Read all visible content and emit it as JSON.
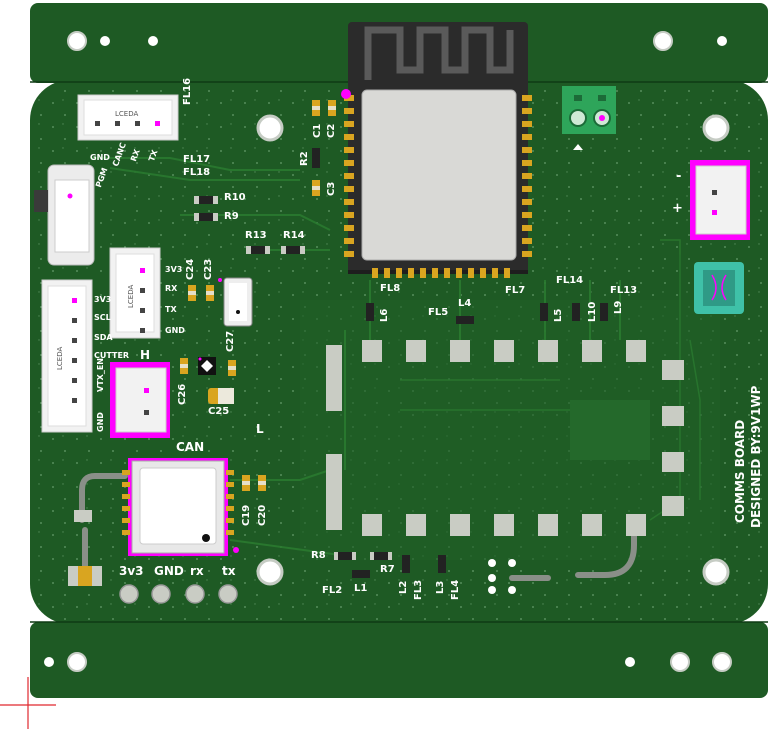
{
  "board": {
    "title": "COMMS BOARD",
    "designer": "DESIGNED BY:9V1WP",
    "colors": {
      "board": "#1e5a24",
      "board_dark": "#17491c",
      "copper": "#2a7a30",
      "pad": "#c9ccc4",
      "gold": "#d9a520",
      "white": "#ffffff",
      "mask_edge": "#0f3a14",
      "module": "#2b2b2b",
      "magenta": "#ff00ff",
      "teal": "#3fc1a8",
      "terminal": "#2ea55a"
    }
  },
  "labels": {
    "fl16": "FL16",
    "fl17": "FL17",
    "fl18": "FL18",
    "r10": "R10",
    "r9": "R9",
    "r13": "R13",
    "r14": "R14",
    "r2": "R2",
    "c1": "C1",
    "c2": "C2",
    "c3": "C3",
    "c24": "C24",
    "c23": "C23",
    "c27": "C27",
    "c26": "C26",
    "c25": "C25",
    "c19": "C19",
    "c20": "C20",
    "fl8": "FL8",
    "l6": "L6",
    "fl5": "FL5",
    "l4": "L4",
    "fl7": "FL7",
    "l5": "L5",
    "fl14": "FL14",
    "l10": "L10",
    "fl13": "FL13",
    "l9": "L9",
    "r8": "R8",
    "r7": "R7",
    "fl2": "FL2",
    "l1": "L1",
    "l2": "L2",
    "fl3": "FL3",
    "l3": "L3",
    "fl4": "FL4",
    "can": "CAN",
    "h": "H",
    "l": "L",
    "lceda": "LCEDA",
    "gnd": "GND",
    "canc": "CANC",
    "rx": "RX",
    "tx": "TX",
    "pgm": "PGM",
    "v3v3": "3V3",
    "rx2": "RX",
    "tx2": "TX",
    "gnd2": "GND",
    "scl": "SCL",
    "sda": "SDA",
    "cutter": "CUTTER",
    "vtx_en": "VTX_EN",
    "gnd3": "GND",
    "pin_3v3": "3v3",
    "pin_gnd": "GND",
    "pin_rx": "rx",
    "pin_tx": "tx",
    "minus": "-",
    "plus": "+"
  }
}
